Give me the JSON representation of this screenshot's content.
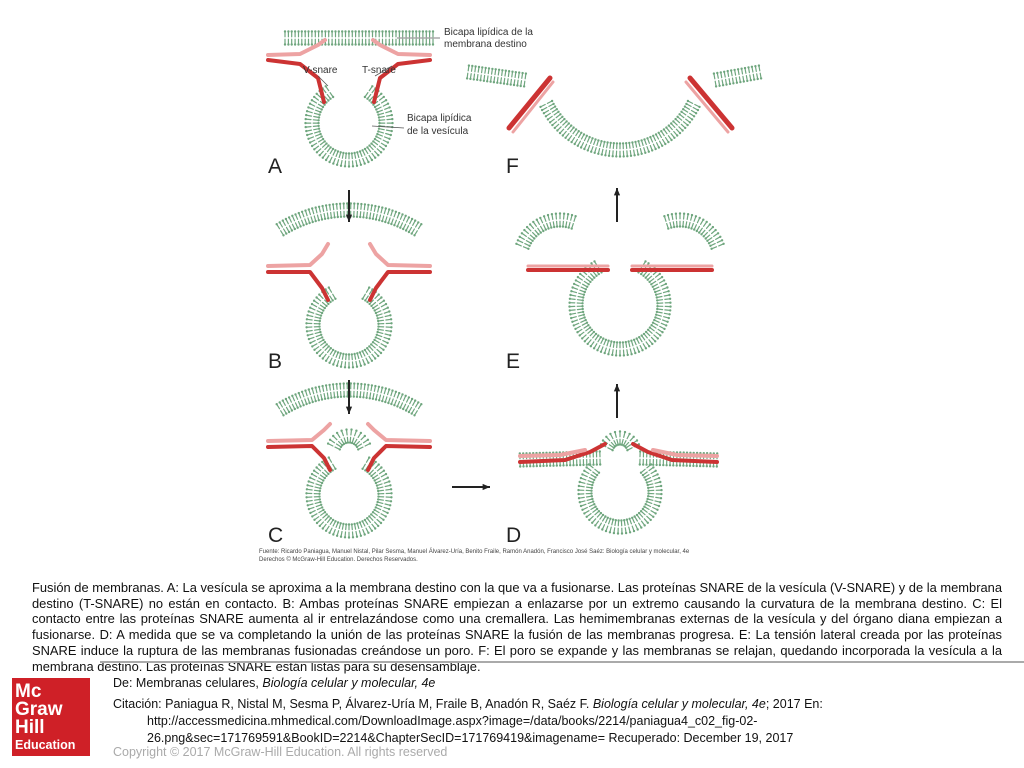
{
  "figure": {
    "labels": {
      "target_bilayer": [
        "Bicapa lipídica de la",
        "membrana destino"
      ],
      "v_snare": "V-snare",
      "t_snare": "T-snare",
      "vesicle_bilayer": [
        "Bicapa lipídica",
        "de la vesícula"
      ]
    },
    "panels": [
      "A",
      "B",
      "C",
      "D",
      "E",
      "F"
    ],
    "source": [
      "Fuente: Ricardo Paniagua, Manuel Nistal, Pilar Sesma, Manuel Álvarez-Uría, Benito Fraile, Ramón Anadón, Francisco José Saéz: Biología celular y molecular, 4e",
      "Derechos © McGraw-Hill Education. Derechos Reservados."
    ]
  },
  "caption": "Fusión de membranas. A: La vesícula se aproxima a la membrana destino con la que va a fusionarse. Las proteínas SNARE de la vesícula (V-SNARE) y de la membrana destino (T-SNARE) no están en contacto. B: Ambas proteínas SNARE empiezan a enlazarse por un extremo causando la curvatura de la membrana destino. C: El contacto entre las proteínas SNARE aumenta al ir entrelazándose como una cremallera. Las hemimembranas externas de la vesícula y del órgano diana empiezan a fusionarse. D: A medida que se va completando la unión de las proteínas SNARE la fusión de las membranas progresa. E: La tensión lateral creada por las proteínas SNARE induce la ruptura de las membranas fusionadas creándose un poro. F: El poro se expande y las membranas se relajan, quedando incorporada la vesícula a la membrana destino. Las proteínas SNARE están listas para su desensamblaje.",
  "citation": {
    "from_prefix": "De: Membranas celulares, ",
    "from_title": "Biología celular y molecular, 4e",
    "cite_prefix": "Citación: Paniagua R, Nistal M, Sesma P, Álvarez-Uría M, Fraile B, Anadón R, Saéz F. ",
    "cite_title": "Biología celular y molecular, 4e",
    "cite_suffix": "; 2017 En:",
    "url_line1": "http://accessmedicina.mhmedical.com/DownloadImage.aspx?image=/data/books/2214/paniagua4_c02_fig-02-",
    "url_line2": "26.png&sec=171769591&BookID=2214&ChapterSecID=171769419&imagename= Recuperado: December 19, 2017"
  },
  "copyright": "Copyright © 2017 McGraw-Hill Education. All rights reserved",
  "logo": {
    "lines": [
      "Mc",
      "Graw",
      "Hill",
      "Education"
    ]
  },
  "colors": {
    "lipid": "#6fa67e",
    "v_snare": "#cc3333",
    "t_snare": "#eda3a3",
    "logo": "#cf2027"
  }
}
